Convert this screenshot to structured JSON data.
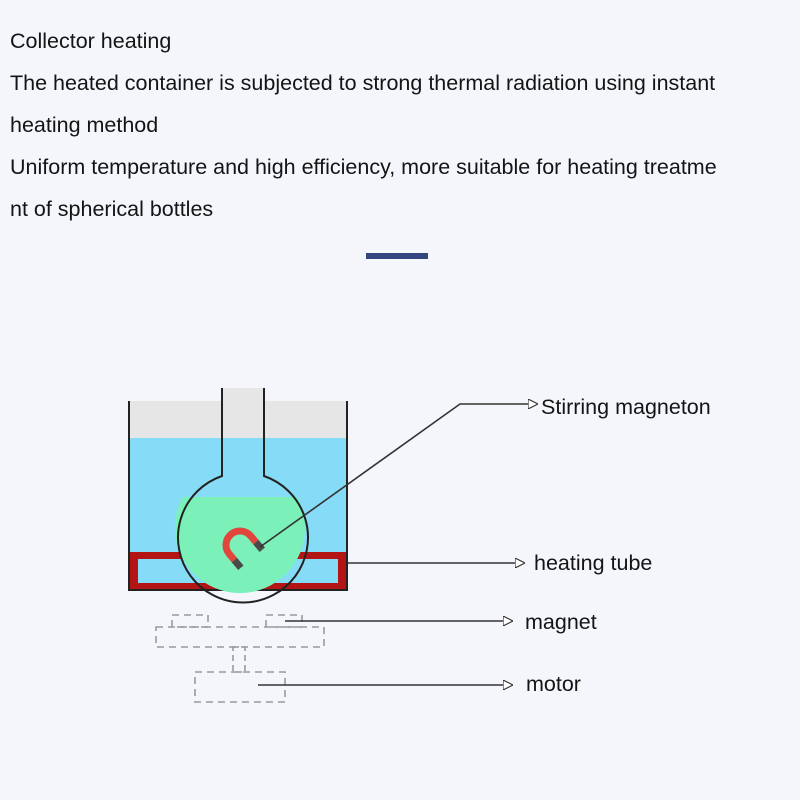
{
  "header": {
    "title": "Collector heating",
    "lines": [
      "The heated container is subjected to strong thermal radiation using instant",
      " heating method",
      "Uniform temperature and high efficiency, more suitable for heating treatme",
      "nt of spherical bottles"
    ]
  },
  "colors": {
    "accent_bar": "#33467f",
    "bath_water": "#86dcf6",
    "bath_top": "#e6e6e6",
    "flask_liquid": "#7bf1b9",
    "heater": "#b31414",
    "magnet_red": "#e0463c",
    "magnet_dark": "#4a4a4a"
  },
  "diagram": {
    "labels": {
      "stirring_magneton": "Stirring magneton",
      "heating_tube": "heating tube",
      "magnet": "magnet",
      "motor": "motor"
    }
  }
}
